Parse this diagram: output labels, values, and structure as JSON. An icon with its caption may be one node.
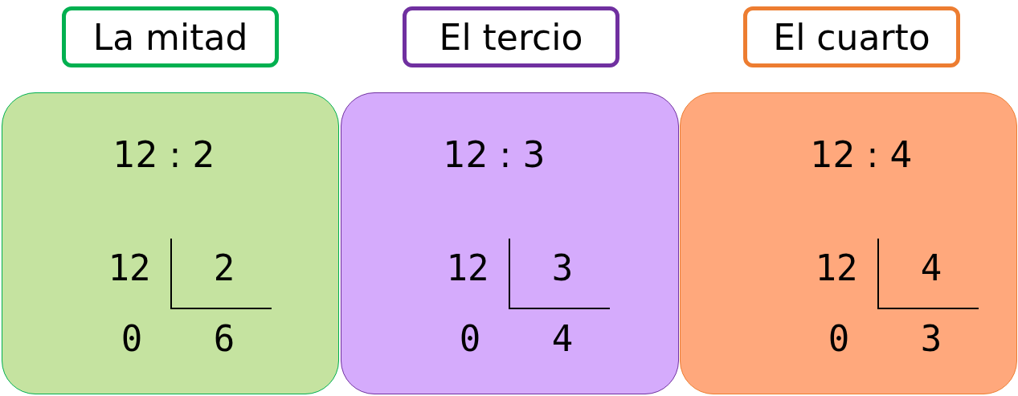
{
  "diagram": {
    "nodes": [
      {
        "text": [
          "La mitad"
        ]
      },
      {
        "text": [
          "El tercio"
        ]
      },
      {
        "text": [
          "El cuarto"
        ]
      },
      {
        "text": [
          "12 : 2",
          "12",
          "2",
          "0",
          "6"
        ]
      },
      {
        "text": [
          "12 : 3",
          "12",
          "3",
          "0",
          "4"
        ]
      },
      {
        "text": [
          "12 : 4",
          "12",
          "4",
          "0",
          "3"
        ]
      }
    ],
    "edges": []
  }
}
